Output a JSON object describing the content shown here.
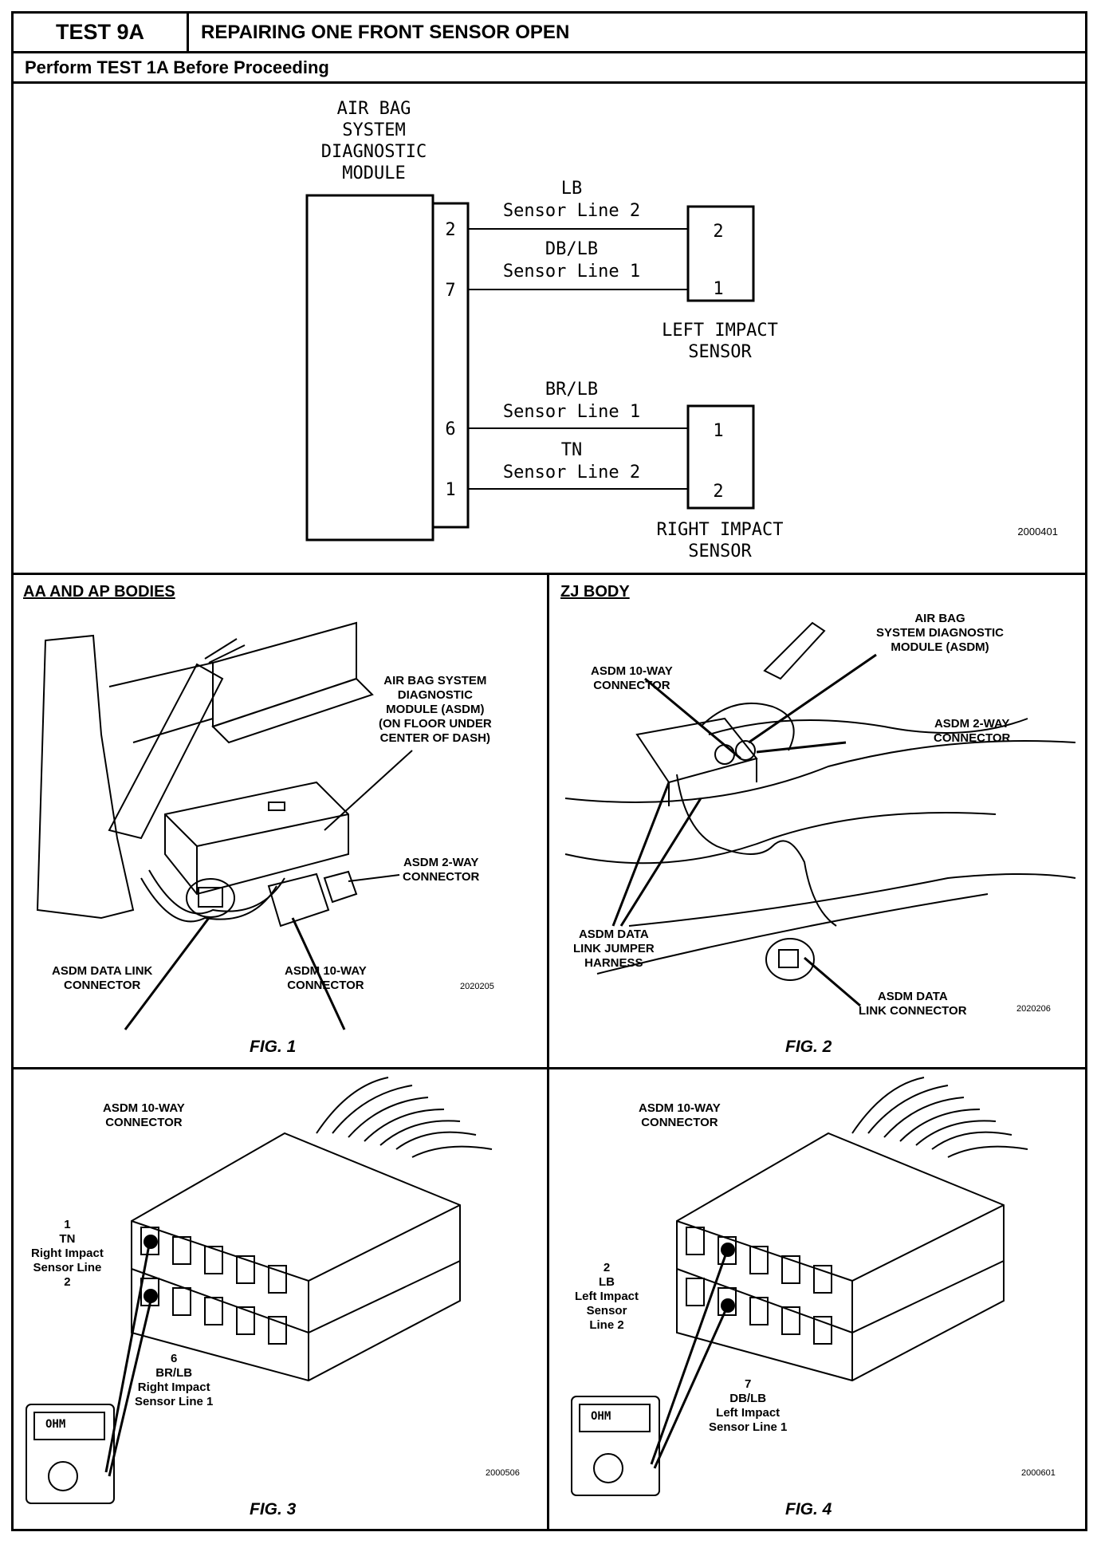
{
  "header": {
    "test_id": "TEST 9A",
    "title": "REPAIRING ONE FRONT SENSOR OPEN",
    "prerequisite": "Perform TEST 1A Before Proceeding"
  },
  "schematic": {
    "module_lines": [
      "AIR BAG",
      "SYSTEM",
      "DIAGNOSTIC",
      "MODULE"
    ],
    "pins": [
      "2",
      "7",
      "6",
      "1"
    ],
    "wires": [
      {
        "color": "LB",
        "name": "Sensor Line 2"
      },
      {
        "color": "DB/LB",
        "name": "Sensor Line 1"
      },
      {
        "color": "BR/LB",
        "name": "Sensor Line 1"
      },
      {
        "color": "TN",
        "name": "Sensor Line 2"
      }
    ],
    "left_sensor": {
      "pins": [
        "2",
        "1"
      ],
      "label_lines": [
        "LEFT IMPACT",
        "SENSOR"
      ]
    },
    "right_sensor": {
      "pins": [
        "1",
        "2"
      ],
      "label_lines": [
        "RIGHT IMPACT",
        "SENSOR"
      ]
    },
    "code": "2000401"
  },
  "fig1": {
    "title": "AA AND AP BODIES",
    "asdm_label": [
      "AIR BAG SYSTEM",
      "DIAGNOSTIC",
      "MODULE (ASDM)",
      "(ON FLOOR UNDER",
      "CENTER OF DASH)"
    ],
    "two_way": [
      "ASDM 2-WAY",
      "CONNECTOR"
    ],
    "data_link": [
      "ASDM DATA LINK",
      "CONNECTOR"
    ],
    "ten_way": [
      "ASDM 10-WAY",
      "CONNECTOR"
    ],
    "code": "2020205",
    "caption": "FIG. 1"
  },
  "fig2": {
    "title": "ZJ BODY",
    "asdm_label": [
      "AIR BAG",
      "SYSTEM DIAGNOSTIC",
      "MODULE (ASDM)"
    ],
    "ten_way": [
      "ASDM 10-WAY",
      "CONNECTOR"
    ],
    "two_way": [
      "ASDM 2-WAY",
      "CONNECTOR"
    ],
    "jumper": [
      "ASDM DATA",
      "LINK JUMPER",
      "HARNESS"
    ],
    "data_link": [
      "ASDM DATA",
      "LINK CONNECTOR"
    ],
    "code": "2020206",
    "caption": "FIG. 2"
  },
  "fig3": {
    "header": [
      "ASDM 10-WAY",
      "CONNECTOR"
    ],
    "probe_a": [
      "1",
      "TN",
      "Right Impact",
      "Sensor Line",
      "2"
    ],
    "probe_b": [
      "6",
      "BR/LB",
      "Right Impact",
      "Sensor Line 1"
    ],
    "meter": "OHM",
    "code": "2000506",
    "caption": "FIG. 3"
  },
  "fig4": {
    "header": [
      "ASDM 10-WAY",
      "CONNECTOR"
    ],
    "probe_a": [
      "2",
      "LB",
      "Left Impact",
      "Sensor",
      "Line 2"
    ],
    "probe_b": [
      "7",
      "DB/LB",
      "Left Impact",
      "Sensor Line 1"
    ],
    "meter": "OHM",
    "code": "2000601",
    "caption": "FIG. 4"
  }
}
